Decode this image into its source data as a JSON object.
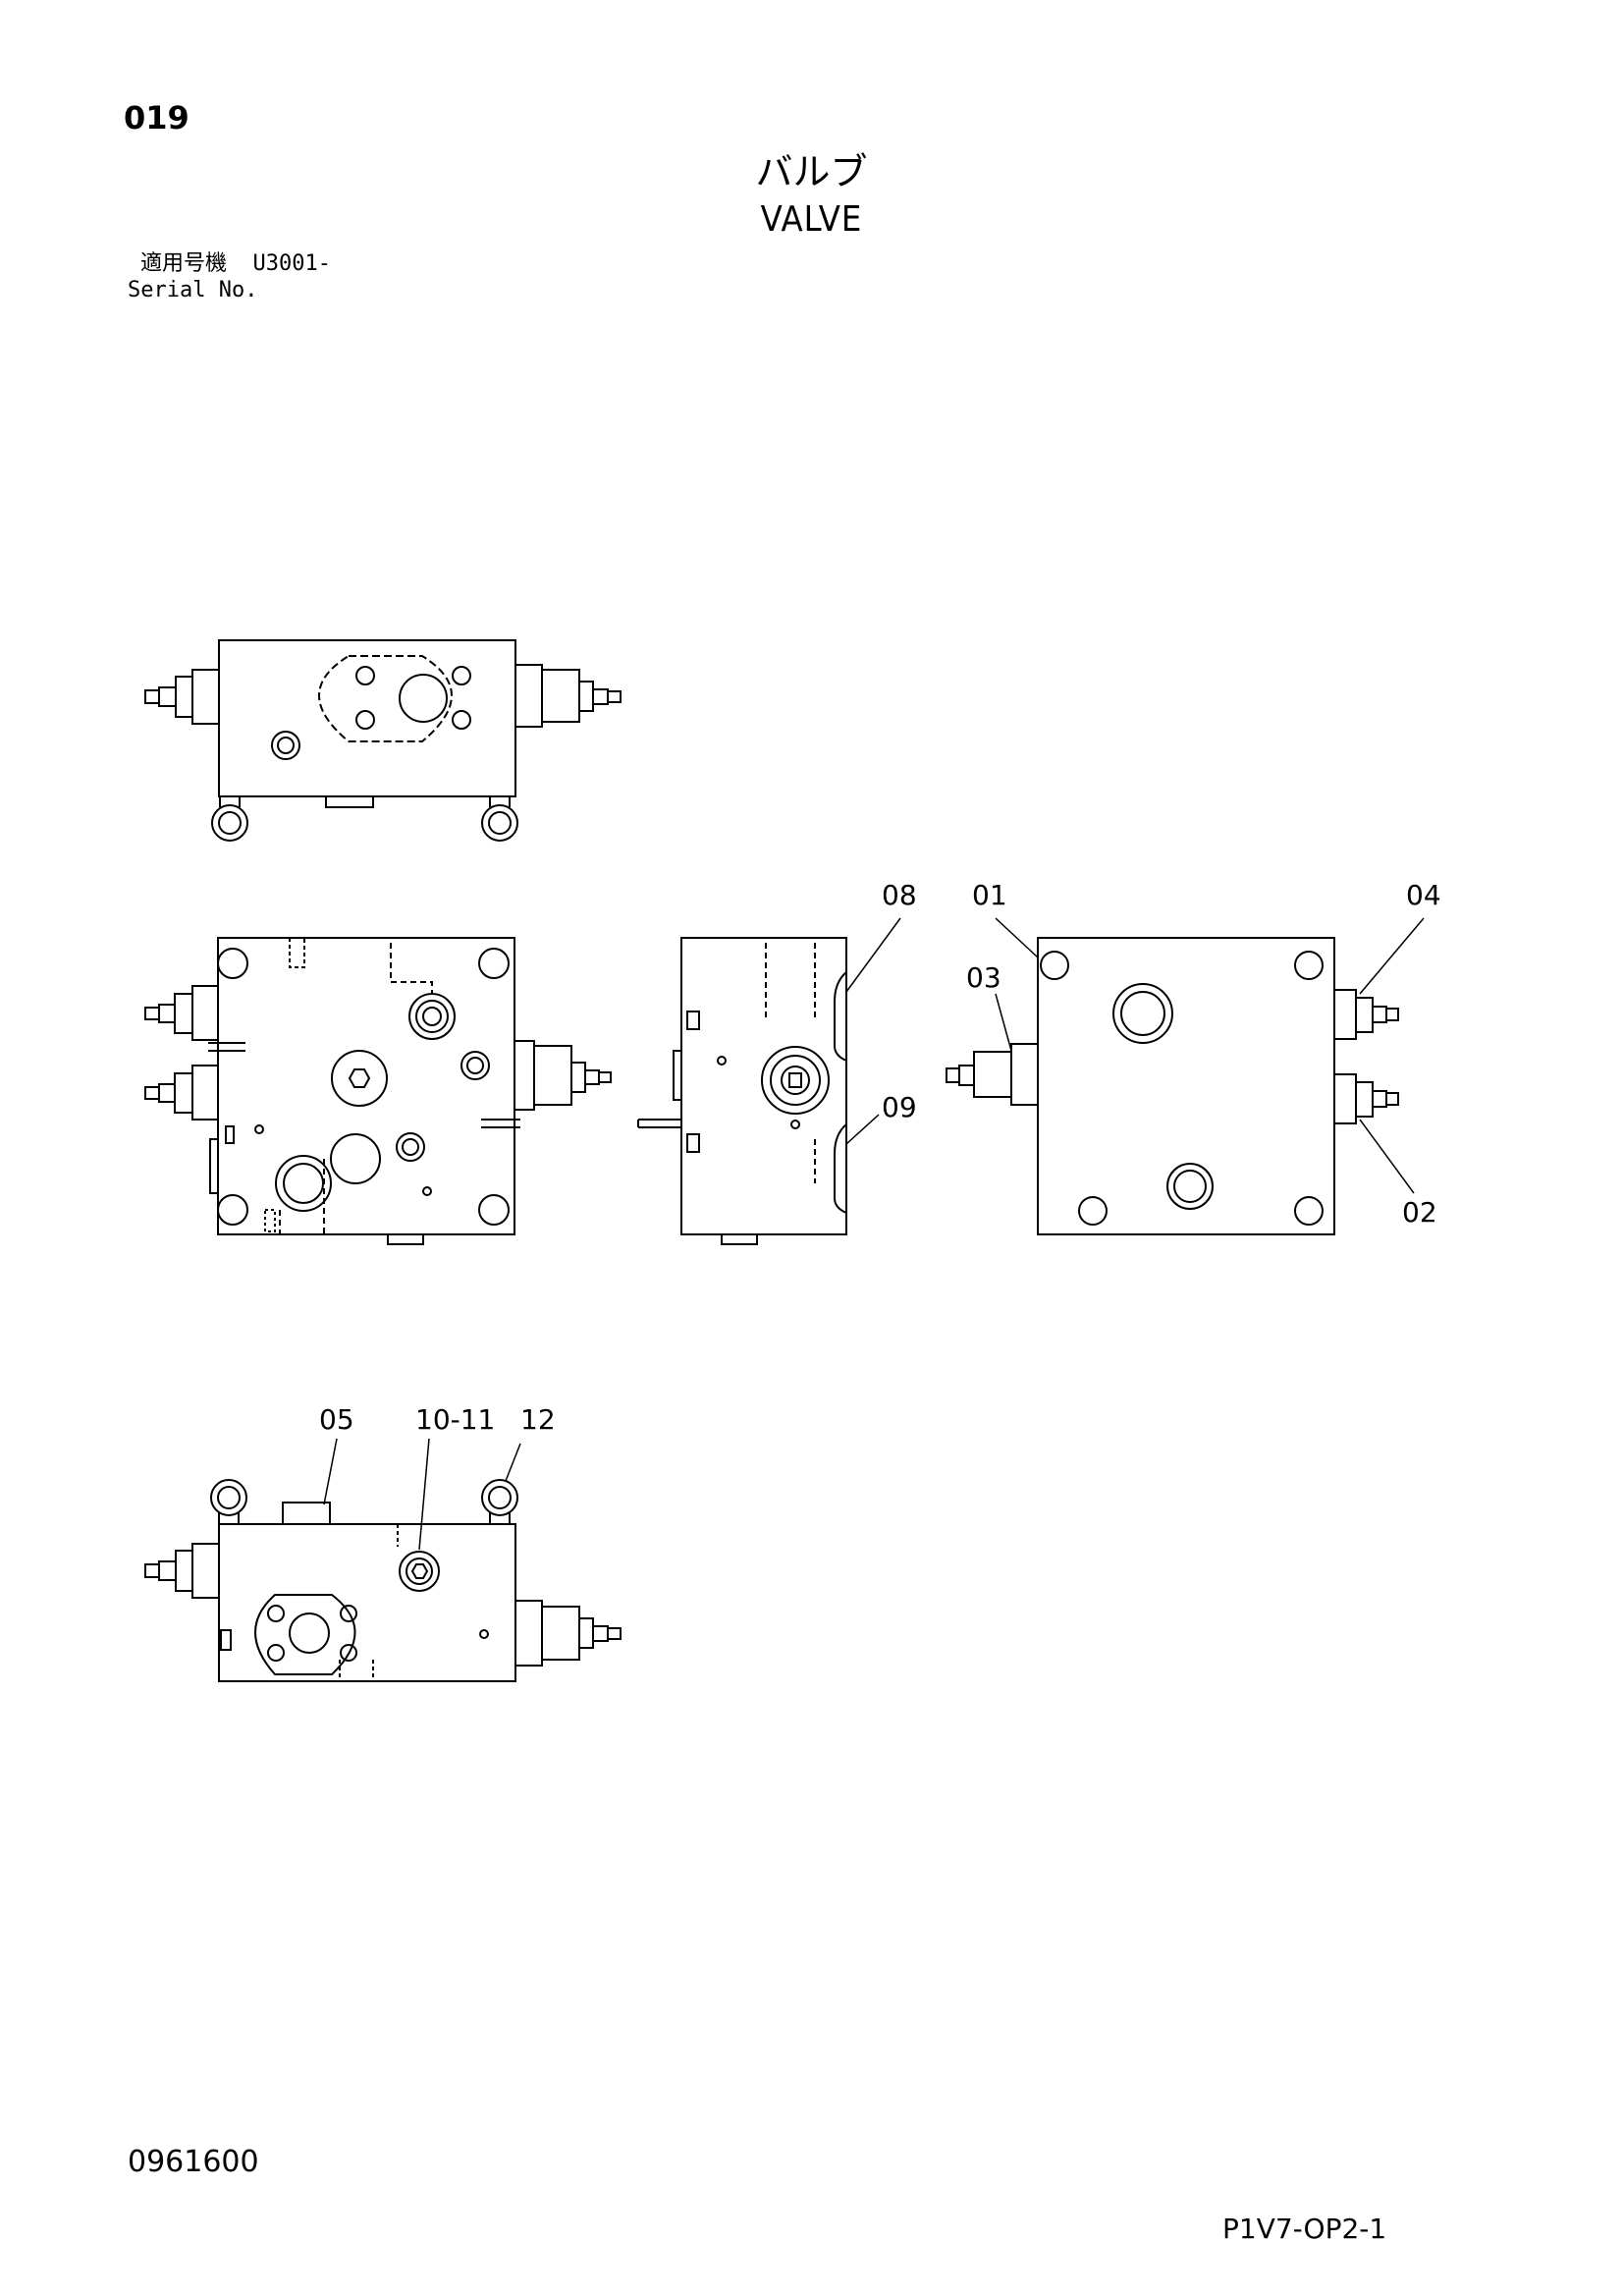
{
  "header": {
    "page_no": "019",
    "title_jp": "バルブ",
    "title_en": "VALVE",
    "serial_label_jp": "適用号機",
    "serial_value": "U3001-",
    "serial_label_en": "Serial No."
  },
  "callouts": {
    "c01": "01",
    "c02": "02",
    "c03": "03",
    "c04": "04",
    "c05": "05",
    "c08": "08",
    "c09": "09",
    "c10_11": "10-11",
    "c12": "12"
  },
  "footer": {
    "doc_no": "0961600",
    "fig_code": "P1V7-OP2-1"
  }
}
